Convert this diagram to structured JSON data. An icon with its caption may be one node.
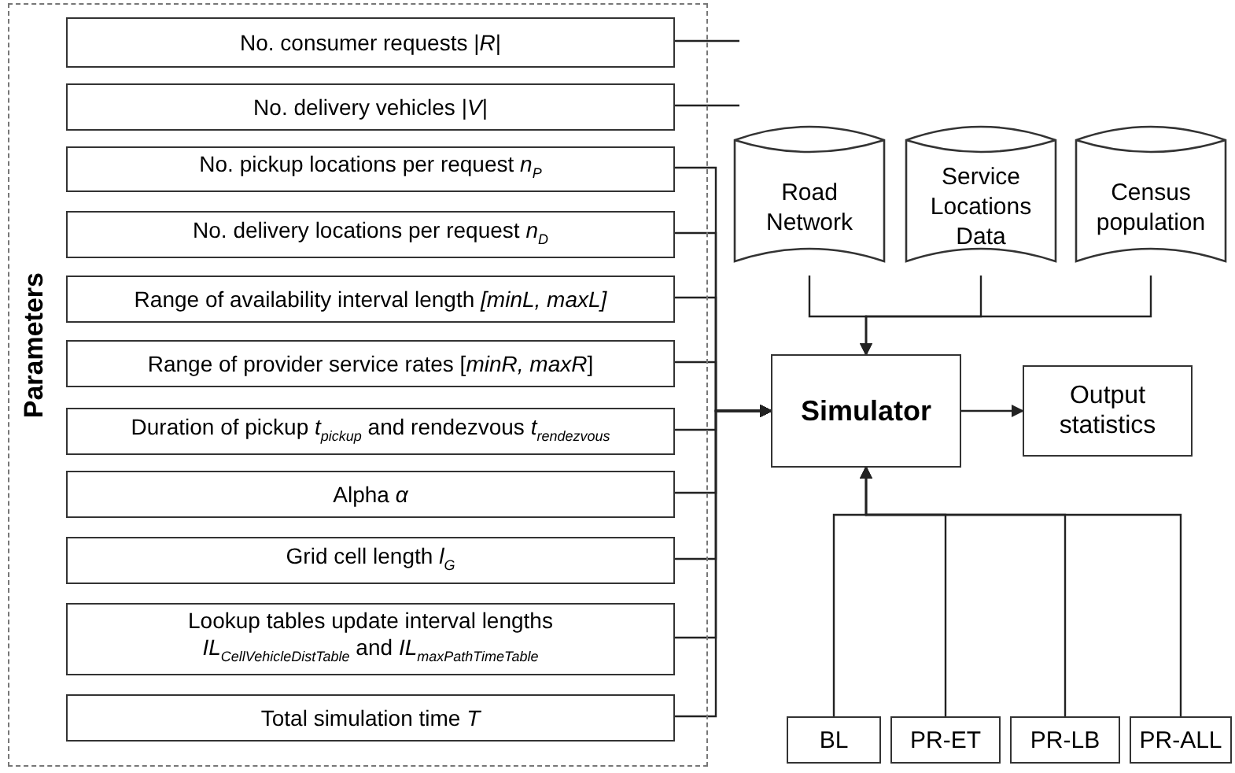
{
  "diagram": {
    "nodes": [
      {
        "text": [
          "Parameters"
        ]
      },
      {
        "text": [
          "No. consumer requests |*R*|"
        ],
        "in": 0
      },
      {
        "text": [
          "No. delivery vehicles |*V*|"
        ],
        "in": 0
      },
      {
        "text": [
          "No. pickup locations per request *n*$_{P}$"
        ],
        "in": 0
      },
      {
        "text": [
          "No. delivery locations per request *n*$_{D}$"
        ],
        "in": 0
      },
      {
        "text": [
          "Range of availability interval length *[minL, maxL]*"
        ],
        "in": 0
      },
      {
        "text": [
          "Range of provider service rates [*minR, maxR*]"
        ],
        "in": 0
      },
      {
        "text": [
          "Duration of pickup *t*$_{pickup}$ and rendezvous *t*$_{rendezvous}$"
        ],
        "in": 0
      },
      {
        "text": [
          "Alpha *α*"
        ],
        "in": 0
      },
      {
        "text": [
          "Grid cell length *l*$_{G}$"
        ],
        "in": 0
      },
      {
        "text": [
          "Lookup tables update interval lengths *IL*$_{CellVehicleDistTable}$ and *IL*$_{maxPathTimeTable}$"
        ],
        "in": 0
      },
      {
        "text": [
          "Total simulation time *T*"
        ],
        "in": 0
      },
      {
        "text": [
          "Road Network"
        ]
      },
      {
        "text": [
          "Service Locations Data"
        ]
      },
      {
        "text": [
          "Census population"
        ]
      },
      {
        "text": [
          "Simulator"
        ]
      },
      {
        "text": [
          "Output statistics"
        ]
      },
      {
        "text": [
          "BL"
        ]
      },
      {
        "text": [
          "PR-ET"
        ]
      },
      {
        "text": [
          "PR-LB"
        ]
      },
      {
        "text": [
          "PR-ALL"
        ]
      }
    ],
    "edges": [
      {
        "from": 1,
        "to": null,
        "arrow": "none"
      },
      {
        "from": 2,
        "to": null,
        "arrow": "none"
      },
      {
        "from": 3,
        "to": 15,
        "arrow": "to"
      },
      {
        "from": 4,
        "to": 15,
        "arrow": "to"
      },
      {
        "from": 5,
        "to": 15,
        "arrow": "to"
      },
      {
        "from": 6,
        "to": 15,
        "arrow": "to"
      },
      {
        "from": 7,
        "to": 15,
        "arrow": "to"
      },
      {
        "from": 8,
        "to": 15,
        "arrow": "to"
      },
      {
        "from": 9,
        "to": 15,
        "arrow": "to"
      },
      {
        "from": 10,
        "to": 15,
        "arrow": "to"
      },
      {
        "from": 11,
        "to": 15,
        "arrow": "to"
      },
      {
        "from": 12,
        "to": 15,
        "arrow": "to"
      },
      {
        "from": 13,
        "to": 15,
        "arrow": "to"
      },
      {
        "from": 14,
        "to": 15,
        "arrow": "to"
      },
      {
        "from": 15,
        "to": 16,
        "arrow": "to"
      },
      {
        "from": 17,
        "to": 15,
        "arrow": "to"
      },
      {
        "from": 18,
        "to": 15,
        "arrow": "to"
      },
      {
        "from": 19,
        "to": 15,
        "arrow": "to"
      },
      {
        "from": 20,
        "to": 15,
        "arrow": "to"
      }
    ]
  }
}
